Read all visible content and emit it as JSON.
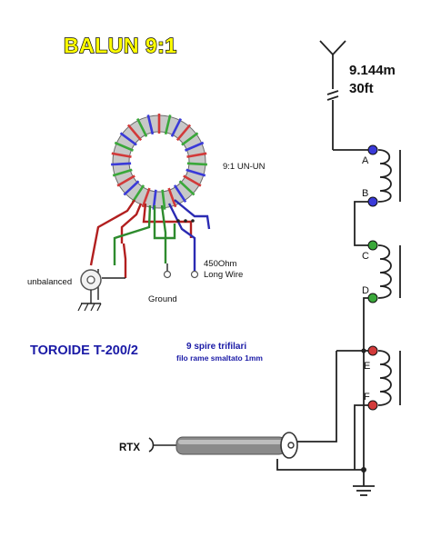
{
  "title": "BALUN 9:1",
  "labels": {
    "transformer_type": "9:1 UN-UN",
    "unbalanced": "unbalanced",
    "ground": "Ground",
    "wire_impedance": "450Ohm",
    "wire_type": "Long Wire",
    "toroid": "TOROIDE T-200/2",
    "turns": "9 spire trifilari",
    "wire_spec": "filo rame smaltato 1mm",
    "rtx": "RTX",
    "length_m": "9.144m",
    "length_ft": "30ft"
  },
  "terminals": [
    "A",
    "B",
    "C",
    "D",
    "E",
    "F"
  ],
  "colors": {
    "title_fill": "#ffff00",
    "toroid_text": "#1a1aa6",
    "winding_ab": "#3a3ad8",
    "winding_cd": "#3aa83a",
    "winding_ef": "#d23a3a",
    "wire_red": "#b21f1f",
    "wire_green": "#2e8b2e",
    "wire_blue": "#2b2bb3",
    "coax": "#8a8a8a"
  }
}
